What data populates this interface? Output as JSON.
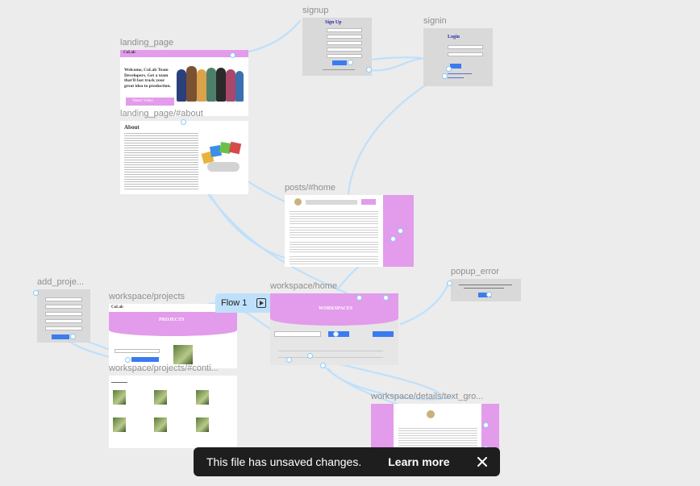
{
  "canvas": {
    "background": "#ececec"
  },
  "frames": {
    "signup": {
      "label": "signup",
      "heading": "Sign Up"
    },
    "signin": {
      "label": "signin",
      "heading": "Login"
    },
    "landing": {
      "label": "landing_page",
      "brand": "CoLab",
      "headline": "Welcome, CoLab Team Developers. Get a team that'll fast track your great idea to production.",
      "cta": "Watch Video"
    },
    "about": {
      "label": "landing_page/#about",
      "heading": "About"
    },
    "posts": {
      "label": "posts/#home"
    },
    "add_project": {
      "label": "add_proje..."
    },
    "ws_projects": {
      "label": "workspace/projects",
      "brand": "CoLab",
      "banner": "PROJECTS"
    },
    "ws_home": {
      "label": "workspace/home",
      "banner": "WORKSPACES"
    },
    "popup_error": {
      "label": "popup_error"
    },
    "ws_projects_cont": {
      "label": "workspace/projects/#conti..."
    },
    "ws_details": {
      "label": "workspace/details/text_gro..."
    }
  },
  "flow": {
    "label": "Flow 1",
    "icon": "play-flow-icon"
  },
  "toast": {
    "message": "This file has unsaved changes.",
    "action": "Learn more",
    "close_icon": "close-icon"
  },
  "colors": {
    "accent_pink": "#e29ceb",
    "wire_blue": "#8ec9f4",
    "toast_bg": "#1e1e1e",
    "frame_grey": "#d9d9d9"
  }
}
